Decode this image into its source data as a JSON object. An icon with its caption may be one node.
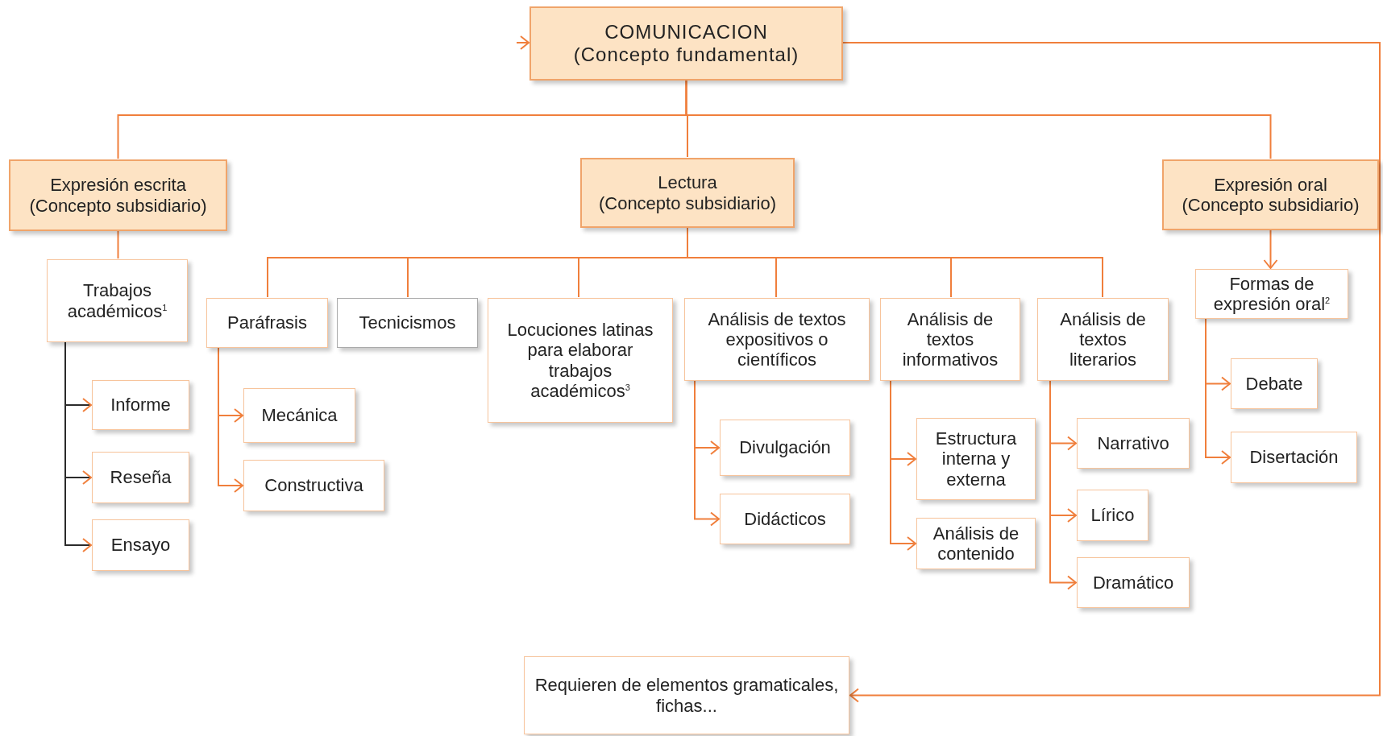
{
  "diagram": {
    "nodes": [
      {
        "text": [
          "COMUNICACION",
          "(Concepto fundamental)"
        ]
      },
      {
        "text": [
          "Expresión escrita",
          "(Concepto subsidiario)"
        ]
      },
      {
        "text": [
          "Lectura",
          "(Concepto subsidiario)"
        ]
      },
      {
        "text": [
          "Expresión oral",
          "(Concepto subsidiario)"
        ]
      },
      {
        "text": [
          "Trabajos académicos$^{1}$"
        ]
      },
      {
        "text": [
          "Informe"
        ]
      },
      {
        "text": [
          "Reseña"
        ]
      },
      {
        "text": [
          "Ensayo"
        ]
      },
      {
        "text": [
          "Paráfrasis"
        ]
      },
      {
        "text": [
          "Tecnicismos"
        ]
      },
      {
        "text": [
          "Mecánica"
        ]
      },
      {
        "text": [
          "Constructiva"
        ]
      },
      {
        "text": [
          "Locuciones latinas para elaborar trabajos académicos$^{3}$"
        ]
      },
      {
        "text": [
          "Análisis de textos expositivos o científicos"
        ]
      },
      {
        "text": [
          "Análisis de textos informativos"
        ]
      },
      {
        "text": [
          "Análisis de textos literarios"
        ]
      },
      {
        "text": [
          "Formas de expresión oral$^{2}$"
        ]
      },
      {
        "text": [
          "Divulgación"
        ]
      },
      {
        "text": [
          "Didácticos"
        ]
      },
      {
        "text": [
          "Estructura interna y externa"
        ]
      },
      {
        "text": [
          "Análisis de contenido"
        ]
      },
      {
        "text": [
          "Narrativo"
        ]
      },
      {
        "text": [
          "Lírico"
        ]
      },
      {
        "text": [
          "Dramático"
        ]
      },
      {
        "text": [
          "Debate"
        ]
      },
      {
        "text": [
          "Disertación"
        ]
      },
      {
        "text": [
          "Requieren de elementos gramaticales, fichas..."
        ]
      }
    ],
    "edges": [
      {
        "from": 0,
        "to": 1,
        "arrow": "none"
      },
      {
        "from": 0,
        "to": 2,
        "arrow": "none"
      },
      {
        "from": 0,
        "to": 3,
        "arrow": "none"
      },
      {
        "from": 1,
        "to": 4,
        "arrow": "none"
      },
      {
        "from": 3,
        "to": 16,
        "arrow": "to"
      },
      {
        "from": 2,
        "to": 8,
        "arrow": "none"
      },
      {
        "from": 2,
        "to": 9,
        "arrow": "none"
      },
      {
        "from": 2,
        "to": 12,
        "arrow": "none"
      },
      {
        "from": 2,
        "to": 13,
        "arrow": "none"
      },
      {
        "from": 2,
        "to": 14,
        "arrow": "none"
      },
      {
        "from": 2,
        "to": 15,
        "arrow": "none"
      },
      {
        "from": 4,
        "to": 5,
        "arrow": "to",
        "color": "#2b2b2b"
      },
      {
        "from": 4,
        "to": 6,
        "arrow": "to",
        "color": "#2b2b2b"
      },
      {
        "from": 4,
        "to": 7,
        "arrow": "to",
        "color": "#2b2b2b"
      },
      {
        "from": 8,
        "to": 10,
        "arrow": "to"
      },
      {
        "from": 8,
        "to": 11,
        "arrow": "to"
      },
      {
        "from": 13,
        "to": 17,
        "arrow": "to"
      },
      {
        "from": 13,
        "to": 18,
        "arrow": "to"
      },
      {
        "from": 14,
        "to": 19,
        "arrow": "to"
      },
      {
        "from": 14,
        "to": 20,
        "arrow": "to"
      },
      {
        "from": 15,
        "to": 21,
        "arrow": "to"
      },
      {
        "from": 15,
        "to": 22,
        "arrow": "to"
      },
      {
        "from": 15,
        "to": 23,
        "arrow": "to"
      },
      {
        "from": 16,
        "to": 24,
        "arrow": "to"
      },
      {
        "from": 16,
        "to": 25,
        "arrow": "to"
      },
      {
        "from": 0,
        "to": 26,
        "arrow": "to"
      },
      {
        "from": null,
        "to": 0,
        "arrow": "to"
      }
    ]
  }
}
